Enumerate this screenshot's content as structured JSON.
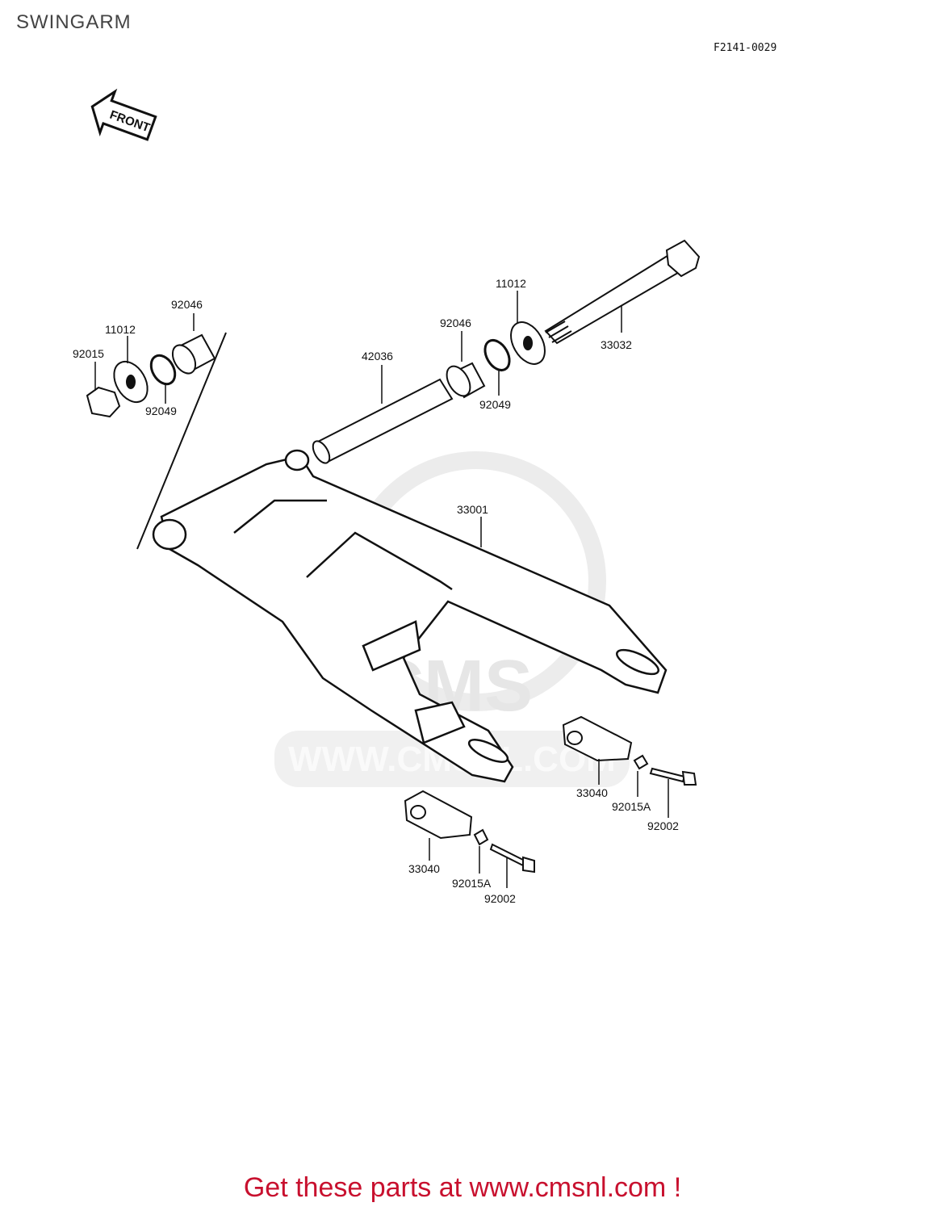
{
  "header": {
    "title": "SWINGARM",
    "figure_code": "F2141-0029"
  },
  "front_arrow": {
    "label": "FRONT",
    "icon": "front-arrow-icon"
  },
  "watermark": {
    "logo": "CMS",
    "url": "WWW.CMSNL.COM"
  },
  "parts": {
    "p33032": "33032",
    "p11012_right": "11012",
    "p92046_right": "92046",
    "p92049_right": "92049",
    "p42036": "42036",
    "p92046_left": "92046",
    "p11012_left": "11012",
    "p92015": "92015",
    "p92049_left": "92049",
    "p33001": "33001",
    "p33040_right": "33040",
    "p92015A_right": "92015A",
    "p92002_right": "92002",
    "p33040_left": "33040",
    "p92015A_left": "92015A",
    "p92002_left": "92002"
  },
  "footer": {
    "text": "Get these parts at www.cmsnl.com !",
    "color": "#c8102e"
  }
}
